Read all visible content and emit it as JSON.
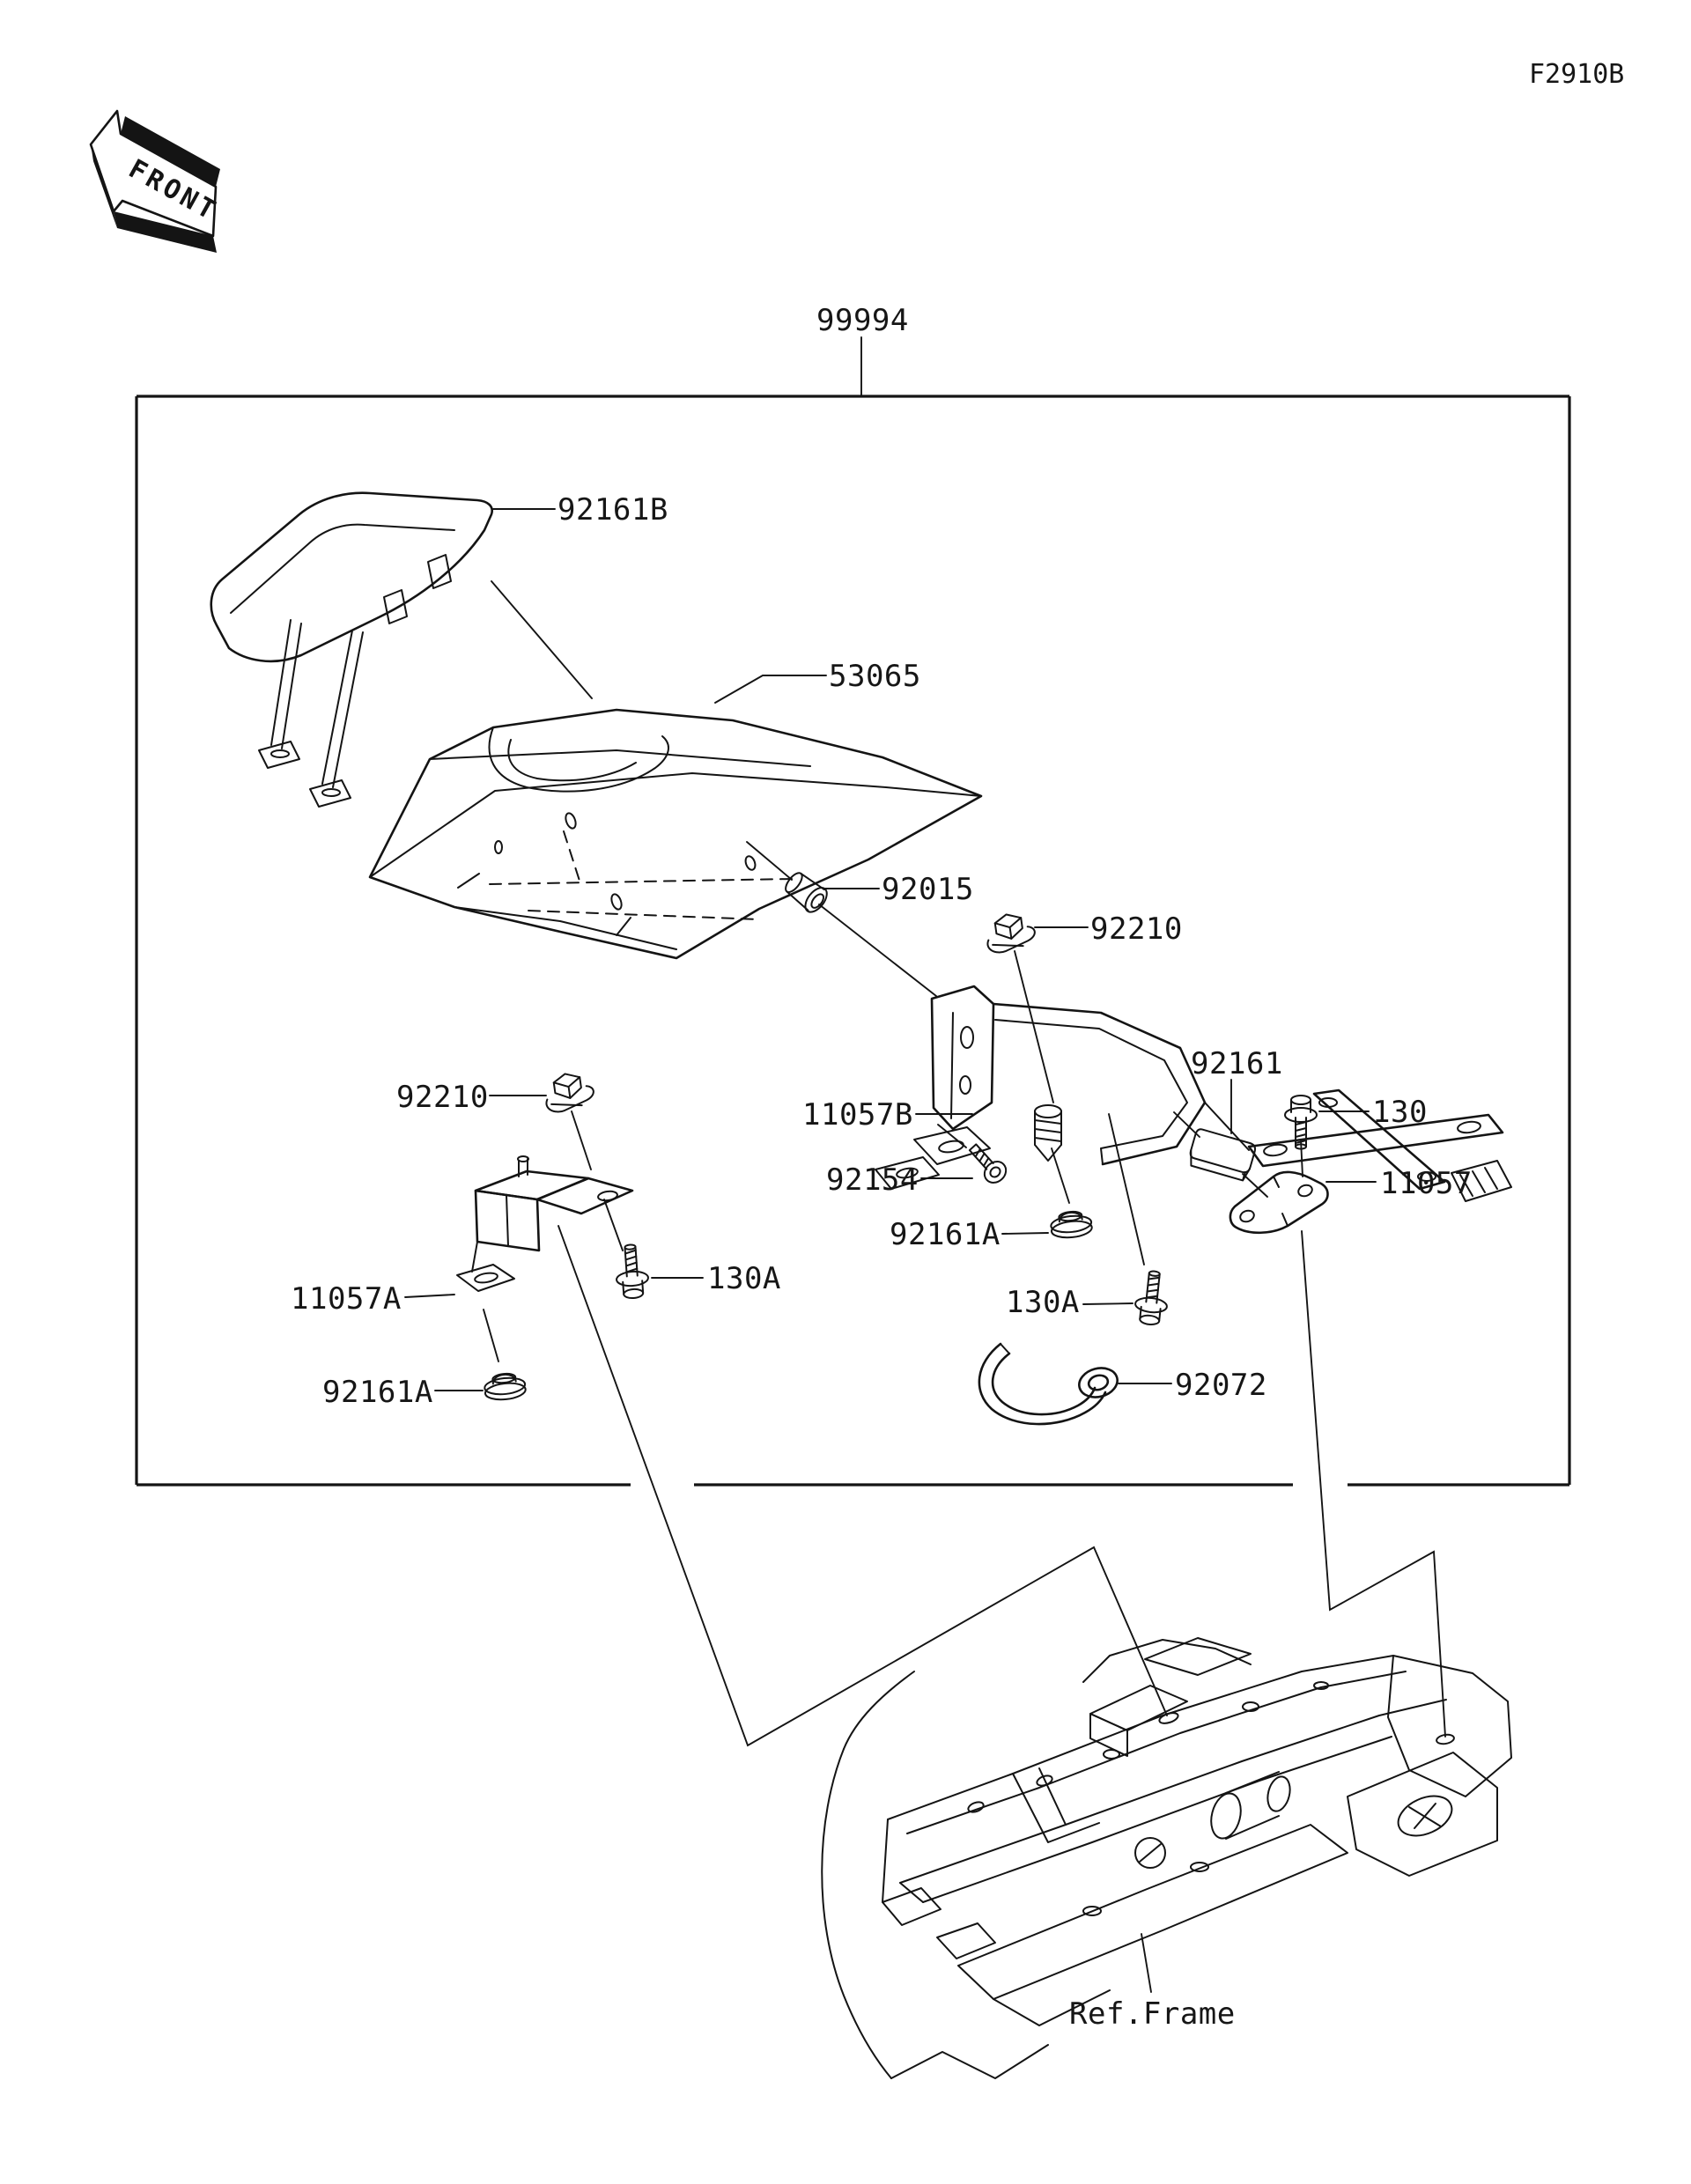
{
  "doc": {
    "drawing_code": "F2910B",
    "front_label": "FRONT",
    "kit_number": "99994",
    "ref_frame_label": "Ref.Frame",
    "ink_color": "#141414",
    "background_color": "#ffffff"
  },
  "parts": {
    "seat_pad": {
      "label": "92161B"
    },
    "seat_cowl": {
      "label": "53065"
    },
    "collar": {
      "label": "92015"
    },
    "nut_right": {
      "label": "92210"
    },
    "nut_left": {
      "label": "92210"
    },
    "bracket_main": {
      "label": "11057B"
    },
    "damper_pad": {
      "label": "92161"
    },
    "bolt_right": {
      "label": "130"
    },
    "strap_bracket": {
      "label": "11057"
    },
    "screw": {
      "label": "92154"
    },
    "damper_mid": {
      "label": "92161A"
    },
    "bolt_mid": {
      "label": "130A"
    },
    "bracket_left": {
      "label": "11057A"
    },
    "bolt_left": {
      "label": "130A"
    },
    "damper_left": {
      "label": "92161A"
    },
    "band": {
      "label": "92072"
    }
  }
}
